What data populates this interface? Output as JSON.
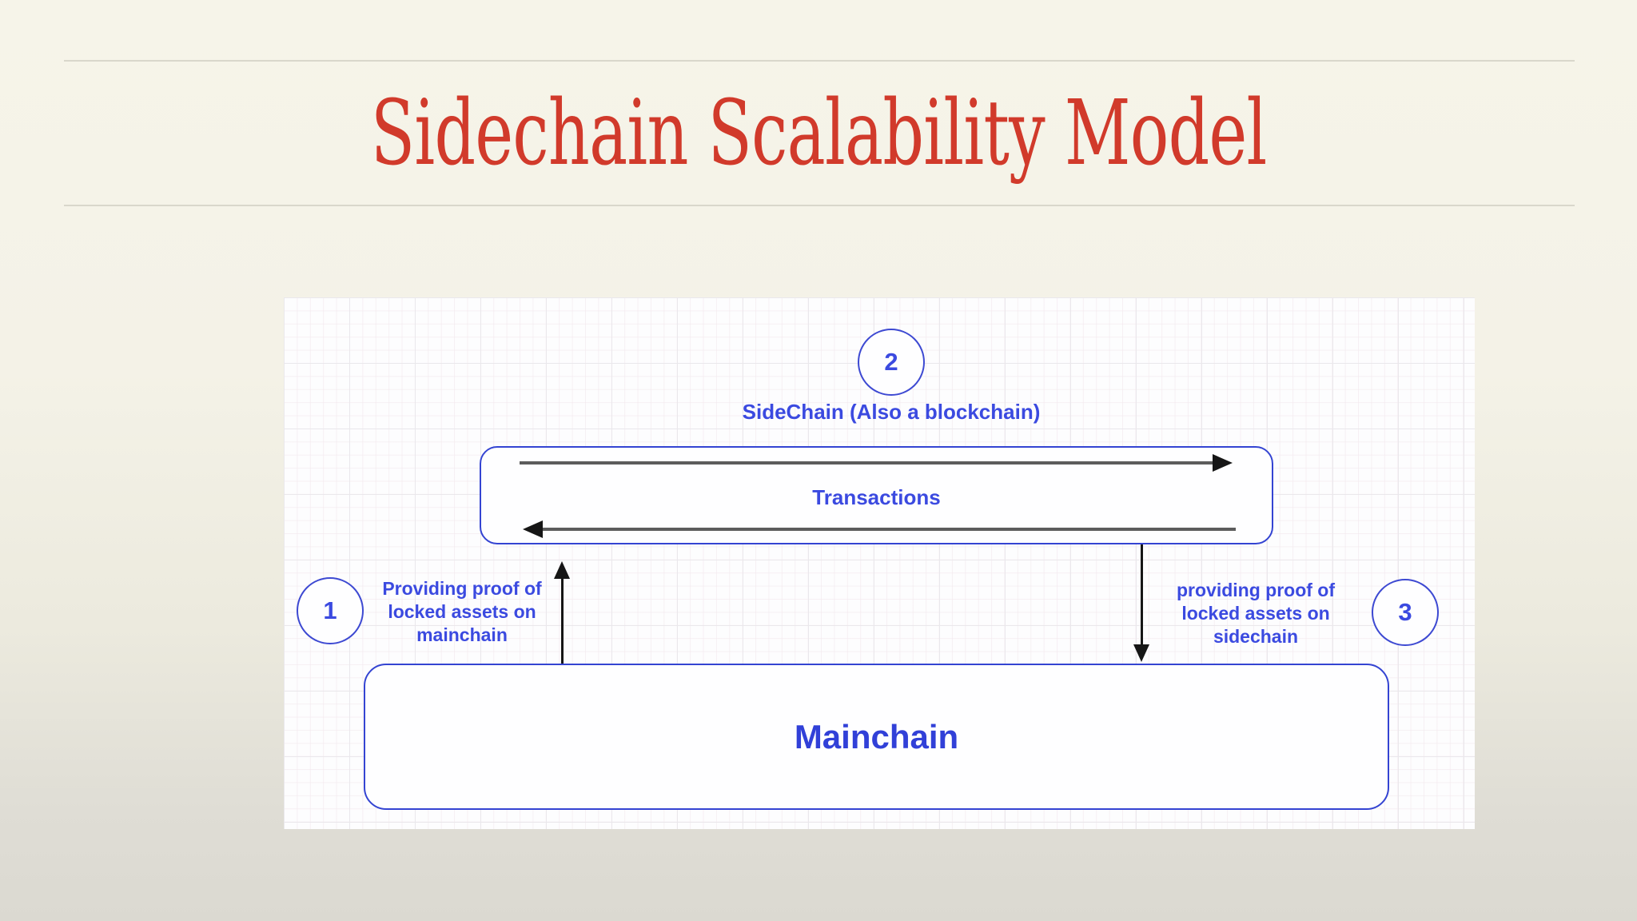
{
  "slide_title": "Sidechain Scalability Model",
  "colors": {
    "title_red": "#d13a2b",
    "accent_blue": "#3b4ae0",
    "box_border_blue": "#3444d2",
    "arrow_gray": "#5c5c5c",
    "arrow_black": "#161616",
    "background_cream": "#f6f4e9"
  },
  "diagram": {
    "sidechain": {
      "step_number": "2",
      "label": "SideChain (Also a blockchain)",
      "box_label": "Transactions"
    },
    "left_step": {
      "step_number": "1",
      "label_lines": [
        "Providing proof of",
        "locked assets on",
        "mainchain"
      ]
    },
    "right_step": {
      "step_number": "3",
      "label_lines": [
        "providing proof of",
        "locked assets on",
        "sidechain"
      ]
    },
    "mainchain": {
      "box_label": "Mainchain"
    }
  }
}
